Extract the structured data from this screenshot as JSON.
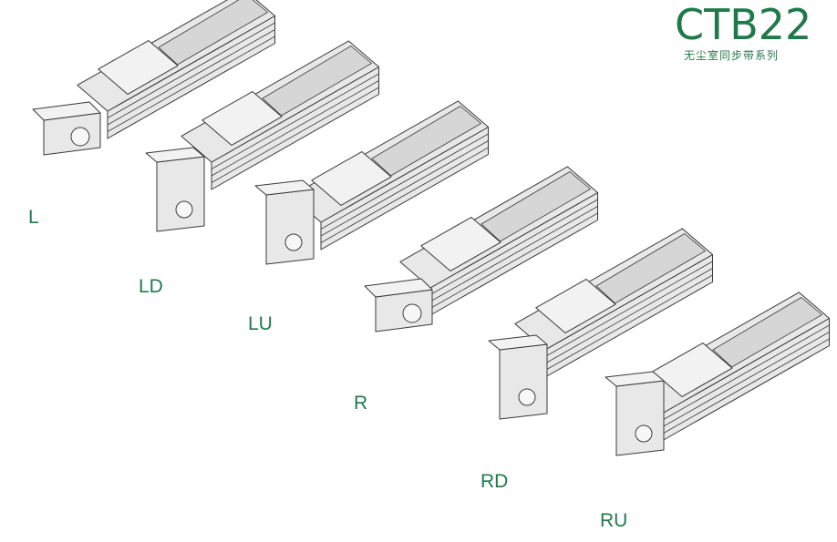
{
  "header": {
    "model": "CTB22",
    "series": "无尘室同步带系列"
  },
  "colors": {
    "label": "#1f7a4a",
    "line": "#3a3a3a",
    "body": "#e8e8e8",
    "cover": "#d6d6d6"
  },
  "variants": [
    {
      "label": "L",
      "motor": "left-inline"
    },
    {
      "label": "LD",
      "motor": "left-fold-down"
    },
    {
      "label": "LU",
      "motor": "left-fold-up"
    },
    {
      "label": "R",
      "motor": "right-inline"
    },
    {
      "label": "RD",
      "motor": "right-fold-down"
    },
    {
      "label": "RU",
      "motor": "right-fold-up"
    }
  ]
}
